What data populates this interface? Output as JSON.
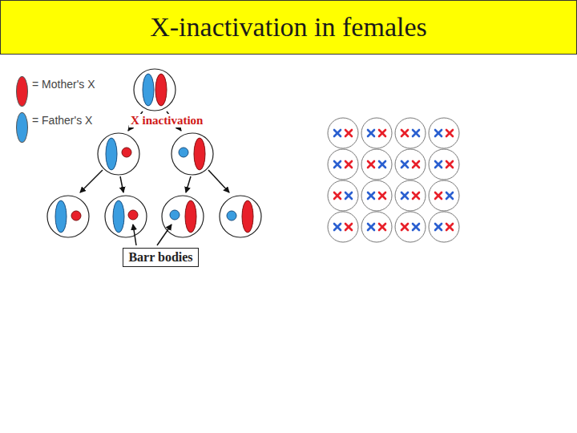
{
  "diagram": {
    "title": "X-inactivation in females",
    "nodes": [
      {
        "text": [
          "Barr bodies"
        ]
      }
    ],
    "labels": [
      "X inactivation"
    ],
    "legend": [
      {
        "text": "= Mother's X",
        "color": "#e8202a"
      },
      {
        "text": "= Father's X",
        "color": "#3a9de0"
      }
    ]
  }
}
